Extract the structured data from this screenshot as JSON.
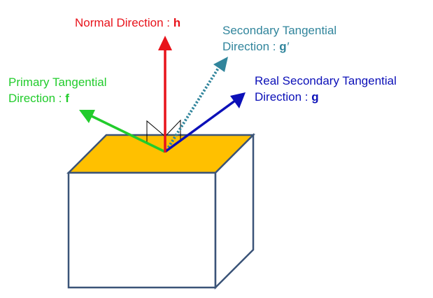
{
  "colors": {
    "normal": "#e8131b",
    "primary": "#22cc2c",
    "secondary": "#31859c",
    "real_secondary": "#0c10b8",
    "box_top_fill": "#ffc000",
    "box_edge": "#3b5478",
    "box_face": "#ffffff"
  },
  "labels": {
    "normal": {
      "text": "Normal Direction : ",
      "symbol": "h"
    },
    "primary": {
      "line1": "Primary Tangential",
      "line2": "Direction : ",
      "symbol": "f"
    },
    "secondary": {
      "line1": "Secondary Tangential",
      "line2": "Direction : ",
      "symbol": "g",
      "prime": "′"
    },
    "real_secondary": {
      "line1": "Real Secondary Tangential",
      "line2": "Direction : ",
      "symbol": "g"
    }
  },
  "arrows": [
    {
      "name": "normal-arrow",
      "style": "solid",
      "color_key": "normal"
    },
    {
      "name": "primary-arrow",
      "style": "solid",
      "color_key": "primary"
    },
    {
      "name": "secondary-arrow",
      "style": "dotted",
      "color_key": "secondary"
    },
    {
      "name": "real-secondary-arrow",
      "style": "solid",
      "color_key": "real_secondary"
    }
  ]
}
